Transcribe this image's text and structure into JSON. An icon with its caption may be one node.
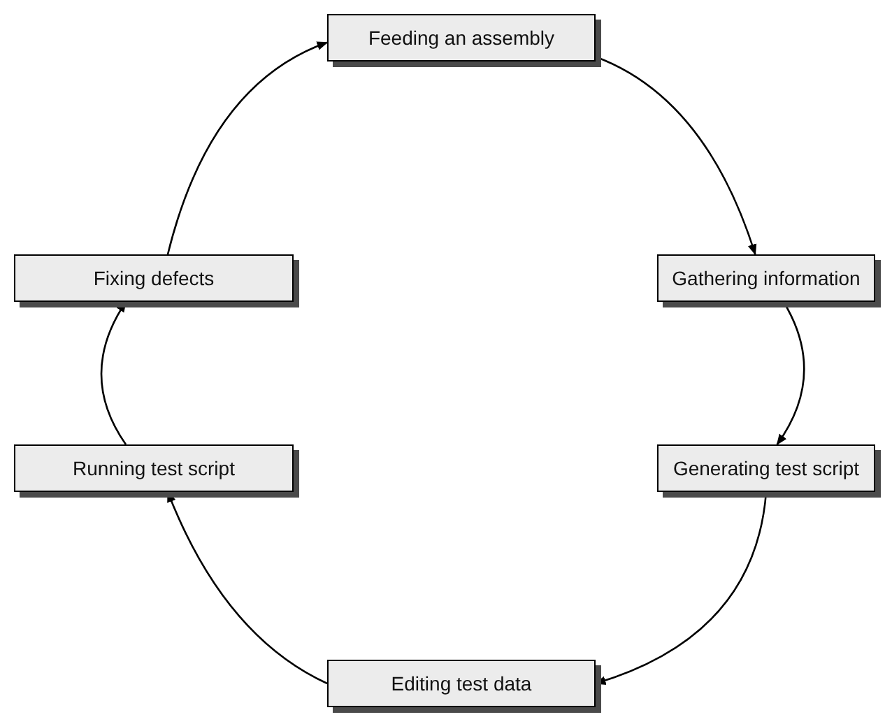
{
  "diagram": {
    "nodes": [
      {
        "text": [
          "Feeding an assembly"
        ]
      },
      {
        "text": [
          "Gathering information"
        ]
      },
      {
        "text": [
          "Generating test script"
        ]
      },
      {
        "text": [
          "Editing test data"
        ]
      },
      {
        "text": [
          "Running test script"
        ]
      },
      {
        "text": [
          "Fixing defects"
        ]
      }
    ],
    "edges": [
      {
        "from": 0,
        "to": 1,
        "arrow": "to"
      },
      {
        "from": 1,
        "to": 2,
        "arrow": "to"
      },
      {
        "from": 2,
        "to": 3,
        "arrow": "to"
      },
      {
        "from": 3,
        "to": 4,
        "arrow": "to"
      },
      {
        "from": 4,
        "to": 5,
        "arrow": "to"
      },
      {
        "from": 5,
        "to": 0,
        "arrow": "to"
      }
    ]
  }
}
